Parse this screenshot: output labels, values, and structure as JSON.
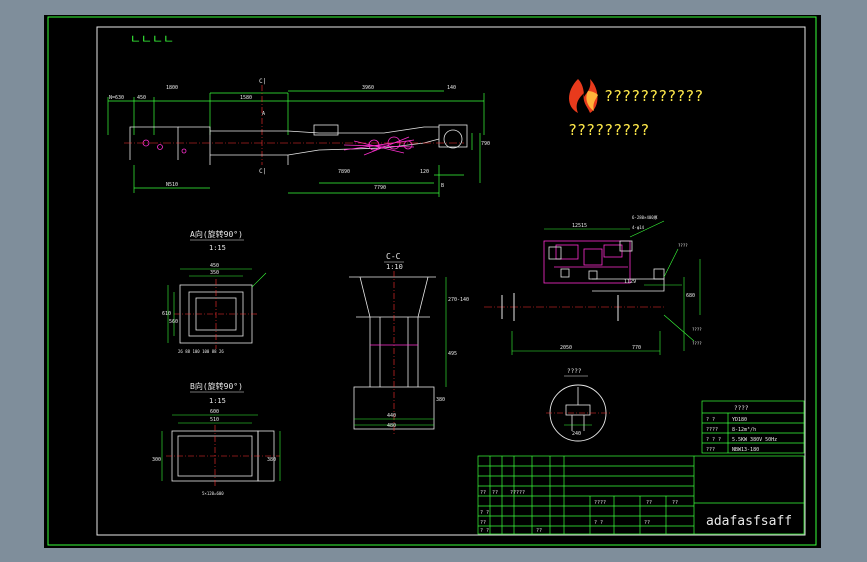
{
  "colors": {
    "background": "#7f8e9b",
    "canvas": "#000000",
    "frame": "#39ff3a",
    "line": "#e8e8e8",
    "accent": "#ff2fd0",
    "dimension": "#39ff3a",
    "red": "#ff3030",
    "yellow": "#ffe94a"
  },
  "header": {
    "corner_marks": "ㄴㄴㄴㄴ"
  },
  "logo": {
    "company_line": "???????????",
    "sub_line": "?????????"
  },
  "views": {
    "main_dims": [
      "N=630",
      "450",
      "1800",
      "1580",
      "3960",
      "140",
      "790",
      "7890",
      "7790",
      "120",
      "N510"
    ],
    "section_cc_label": "C-C",
    "section_cc_scale": "1:10",
    "section_cc_dims": [
      "270-140",
      "495",
      "440",
      "480",
      "380"
    ],
    "view_a_label": "A向(旋转90°)",
    "view_a_scale": "1:15",
    "view_a_dims": [
      "450",
      "350",
      "610",
      "560"
    ],
    "view_b_label": "B向(旋转90°)",
    "view_b_scale": "1:15",
    "view_b_dims": [
      "600",
      "510",
      "380",
      "300"
    ],
    "side_view_dims": [
      "12515",
      "2050",
      "770",
      "680",
      "1129"
    ],
    "detail_label": "????",
    "detail_dim": "240"
  },
  "params_table": {
    "title": "????",
    "rows": [
      {
        "key": "? ?",
        "value": "YD180"
      },
      {
        "key": "????",
        "value": "8-12m³/h"
      },
      {
        "key": "? ? ?",
        "value": "5.5KW 380V 50Hz"
      },
      {
        "key": "???",
        "value": "NBW13-180"
      }
    ]
  },
  "title_block": {
    "cells": [
      "??",
      "??",
      "?????",
      "????",
      "??",
      "??",
      "? ?",
      "??",
      "? ?",
      "??",
      "? ?",
      "??"
    ],
    "company": "adafasfsaff"
  }
}
